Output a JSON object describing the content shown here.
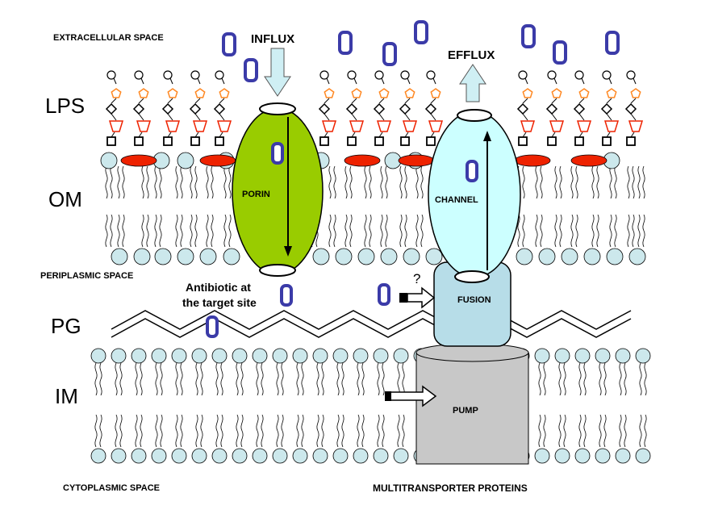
{
  "regions": {
    "extracellular": "EXTRACELLULAR SPACE",
    "periplasmic": "PERIPLASMIC SPACE",
    "cytoplasmic": "CYTOPLASMIC SPACE"
  },
  "layers": {
    "lps": "LPS",
    "om": "OM",
    "pg": "PG",
    "im": "IM"
  },
  "flux": {
    "influx": "INFLUX",
    "efflux": "EFFLUX"
  },
  "proteins": {
    "porin": "PORIN",
    "channel": "CHANNEL",
    "fusion": "FUSION",
    "pump": "PUMP"
  },
  "antibiotic_label": {
    "line1": "Antibiotic at",
    "line2": "the target site"
  },
  "question_mark": "?",
  "multitransporter": "MULTITRANSPORTER PROTEINS",
  "colors": {
    "porin": "#99cc00",
    "channel": "#ccffff",
    "fusion": "#b7dde8",
    "pump": "#c8c8c8",
    "lipid_head": "#cce8ec",
    "om_protein": "#ee2200",
    "antibiotic": "#3b3ba8",
    "arrow_fill": "#cfeff4",
    "lps_pentagon": "#ff8822",
    "lps_trapezoid": "#ee2200"
  }
}
